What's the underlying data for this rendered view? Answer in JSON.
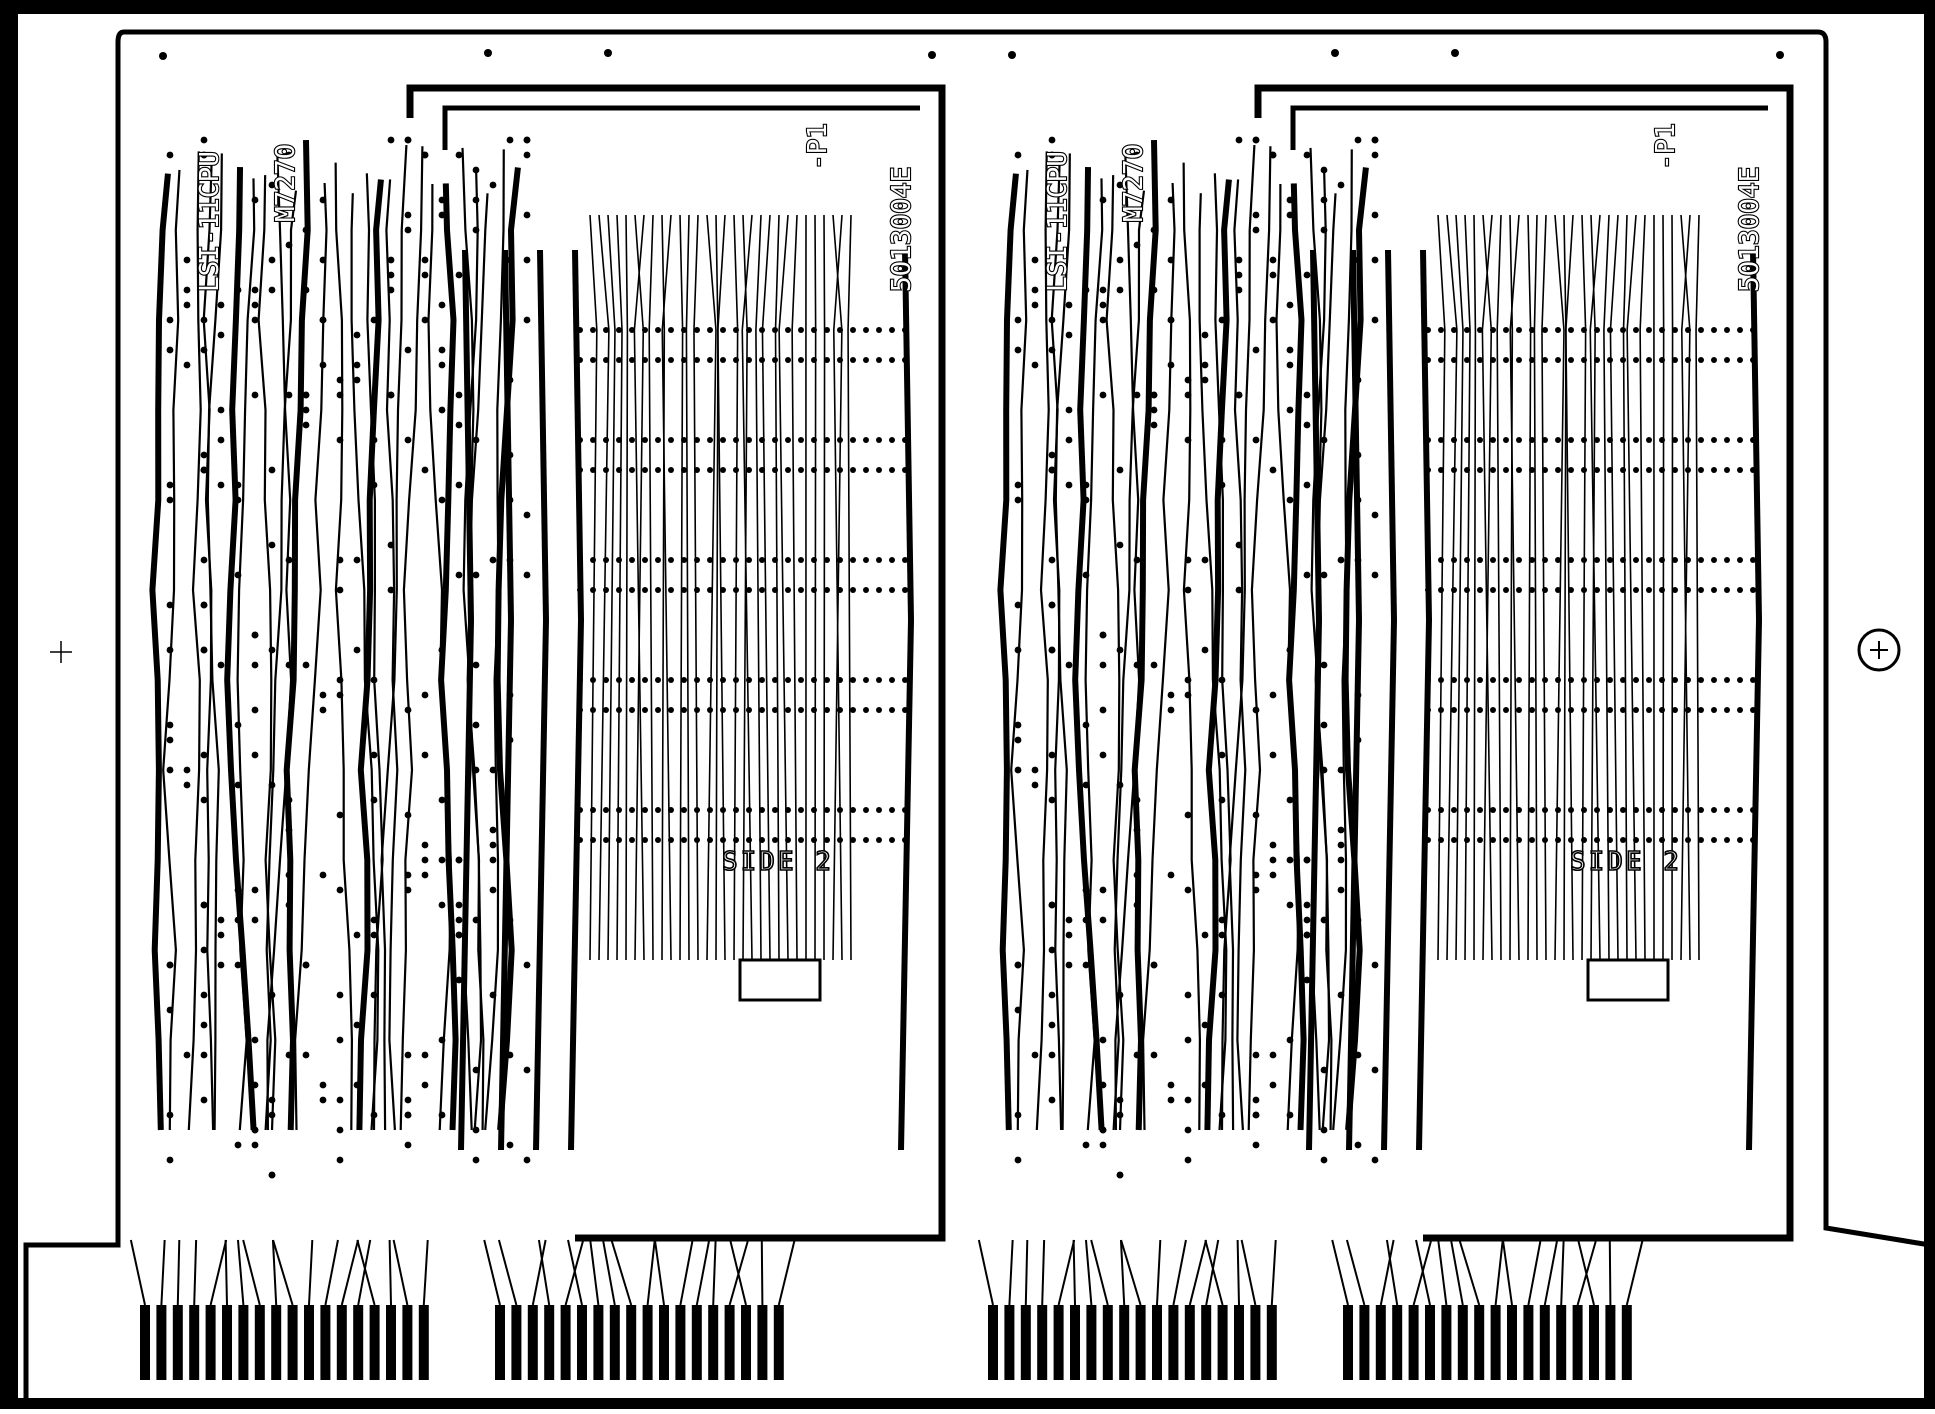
{
  "image": {
    "kind": "printed circuit board artwork (solder side), two identical board images side by side",
    "colors": {
      "copper": "#000000",
      "substrate": "#ffffff"
    }
  },
  "boards": [
    {
      "id": "left",
      "labels": {
        "product": "LSI-11CPU",
        "module": "M7270",
        "part_number": "5013004E",
        "connector": "-P1",
        "side": "SIDE 2"
      }
    },
    {
      "id": "right",
      "labels": {
        "product": "LSI-11CPU",
        "module": "M7270",
        "part_number": "5013004E",
        "connector": "-P1",
        "side": "SIDE 2"
      }
    }
  ],
  "fingers_per_row": 18,
  "registration_marks": [
    "crosshair",
    "circled-crosshair"
  ]
}
